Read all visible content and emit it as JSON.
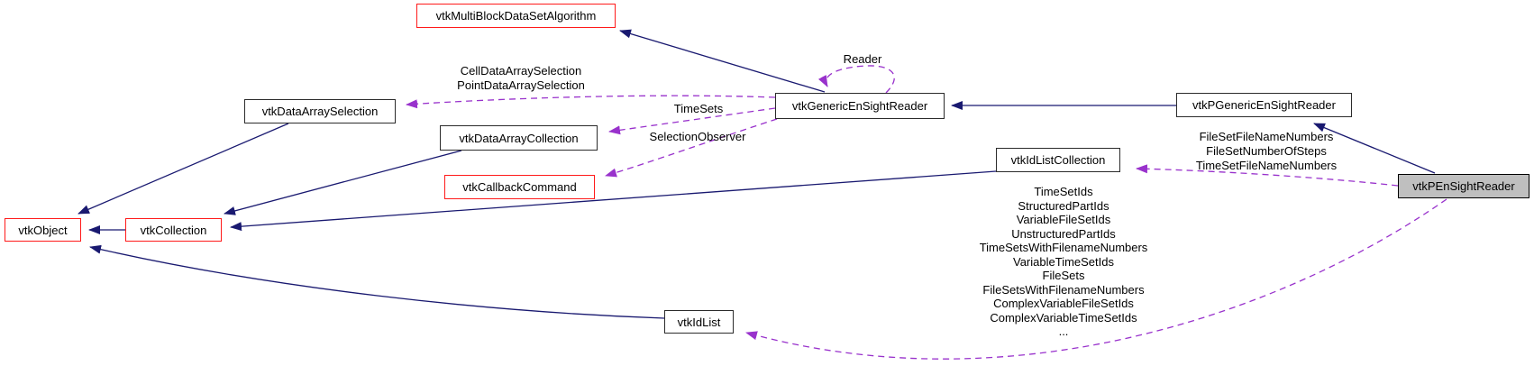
{
  "diagram": {
    "type": "collaboration-graph",
    "target_class": "vtkPEnSightReader",
    "colors": {
      "inheritance_edge": "#191970",
      "usage_edge": "#9932cc",
      "node_border": "#2b2b2b",
      "truncated_node_border": "#ff1a1a",
      "target_node_fill": "#bfbfbf",
      "node_fill": "#ffffff",
      "text": "#000000"
    },
    "nodes": {
      "multiblock": {
        "label": "vtkMultiBlockDataSetAlgorithm",
        "truncated": true
      },
      "data_array_selection": {
        "label": "vtkDataArraySelection",
        "truncated": false
      },
      "data_array_collection": {
        "label": "vtkDataArrayCollection",
        "truncated": false
      },
      "callback_command": {
        "label": "vtkCallbackCommand",
        "truncated": true
      },
      "object": {
        "label": "vtkObject",
        "truncated": true
      },
      "collection": {
        "label": "vtkCollection",
        "truncated": true
      },
      "id_list": {
        "label": "vtkIdList",
        "truncated": false
      },
      "id_list_collection": {
        "label": "vtkIdListCollection",
        "truncated": false
      },
      "generic_ensight_reader": {
        "label": "vtkGenericEnSightReader",
        "truncated": false
      },
      "p_generic_ensight_reader": {
        "label": "vtkPGenericEnSightReader",
        "truncated": false
      },
      "p_ensight_reader": {
        "label": "vtkPEnSightReader",
        "truncated": false,
        "is_target": true
      }
    },
    "edge_labels": {
      "reader_self_loop": "Reader",
      "to_data_array_selection": [
        "CellDataArraySelection",
        "PointDataArraySelection"
      ],
      "to_data_array_collection": "TimeSets",
      "to_callback_command": "SelectionObserver",
      "to_id_list_collection": [
        "FileSetFileNameNumbers",
        "FileSetNumberOfSteps",
        "TimeSetFileNameNumbers"
      ],
      "to_id_list": [
        "TimeSetIds",
        "StructuredPartIds",
        "VariableFileSetIds",
        "UnstructuredPartIds",
        "TimeSetsWithFilenameNumbers",
        "VariableTimeSetIds",
        "FileSets",
        "FileSetsWithFilenameNumbers",
        "ComplexVariableFileSetIds",
        "ComplexVariableTimeSetIds",
        "..."
      ]
    }
  }
}
